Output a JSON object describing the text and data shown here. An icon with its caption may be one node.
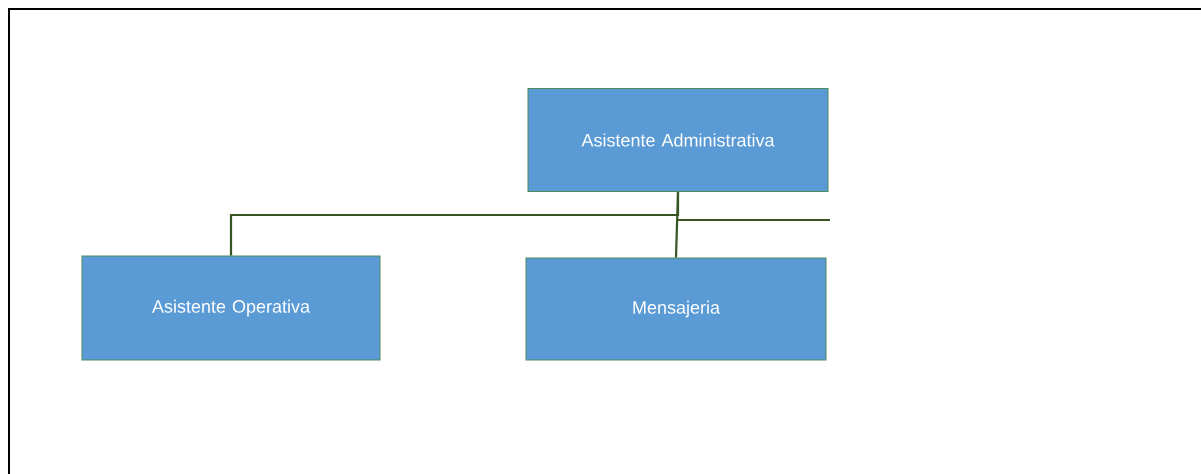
{
  "diagram": {
    "nodes": [
      {
        "text": [
          "Asistente Administrativa"
        ]
      },
      {
        "text": [
          "Asistente Operativa"
        ]
      },
      {
        "text": [
          "Mensajeria"
        ]
      }
    ],
    "edges": [
      {
        "from": 0,
        "to": 1,
        "arrow": "none"
      },
      {
        "from": 0,
        "to": 2,
        "arrow": "none"
      },
      {
        "from": 0,
        "to": null,
        "arrow": "none"
      }
    ]
  }
}
